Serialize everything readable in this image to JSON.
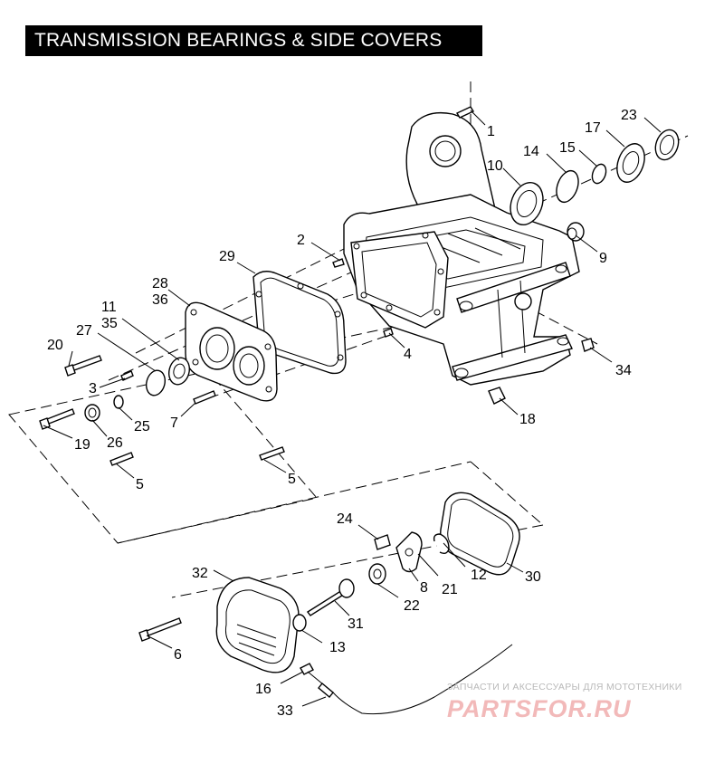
{
  "title": "TRANSMISSION BEARINGS & SIDE COVERS",
  "callouts": [
    "1",
    "2",
    "3",
    "4",
    "5",
    "5",
    "6",
    "7",
    "8",
    "9",
    "10",
    "11",
    "35",
    "12",
    "13",
    "14",
    "15",
    "16",
    "17",
    "18",
    "19",
    "20",
    "21",
    "22",
    "23",
    "24",
    "25",
    "26",
    "27",
    "28",
    "36",
    "29",
    "30",
    "31",
    "32",
    "33",
    "34"
  ],
  "watermark": {
    "line1": "ЗАПЧАСТИ И АКСЕССУАРЫ ДЛЯ МОТОТЕХНИКИ",
    "line2": "PARTSFOR.RU"
  }
}
